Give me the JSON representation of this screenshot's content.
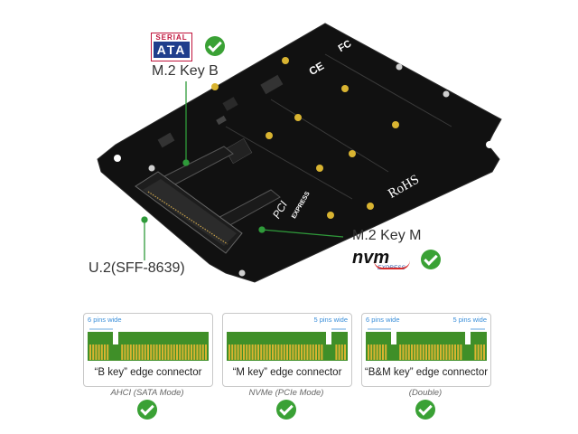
{
  "badges": {
    "sata_top": "SERIAL",
    "sata_bottom": "ATA",
    "nvm_word": "nvm",
    "express_word": "EXPRESS"
  },
  "labels": {
    "m2_key_b": "M.2 Key B",
    "m2_key_m": "M.2 Key M",
    "u2": "U.2(SFF-8639)"
  },
  "board_marks": {
    "rohs": "RoHS",
    "pci": "PCI",
    "express": "EXPRESS",
    "ce": "CE",
    "fc": "FC"
  },
  "connectors": [
    {
      "caption": "“B key” edge connector",
      "mode": "AHCI (SATA Mode)",
      "left_note": "6 pins wide",
      "right_note": ""
    },
    {
      "caption": "“M key” edge connector",
      "mode": "NVMe (PCIe Mode)",
      "left_note": "",
      "right_note": "5 pins wide"
    },
    {
      "caption": "“B&M key” edge connector",
      "mode": "(Double)",
      "left_note": "6 pins wide",
      "right_note": "5 pins wide"
    }
  ],
  "colors": {
    "check_green": "#3aa135",
    "pcb_green": "#3f8f28",
    "gold": "#d9b431",
    "board_black": "#111111",
    "callout_green": "#2f9a3a"
  }
}
